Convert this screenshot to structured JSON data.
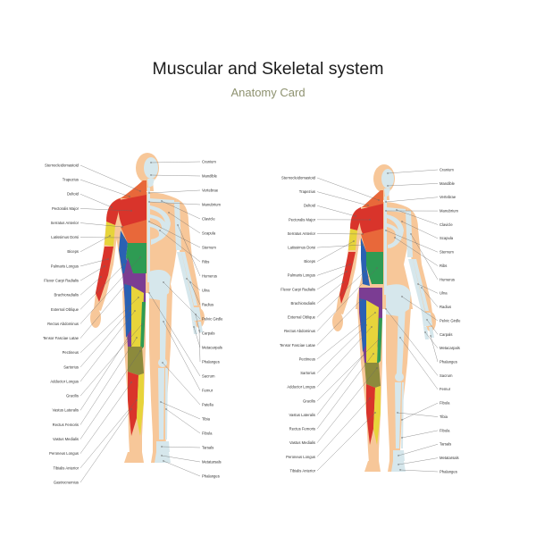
{
  "title": "Muscular and Skeletal system",
  "subtitle": "Anatomy Card",
  "colors": {
    "subtitle": "#8e9270",
    "skin": "#f7c799",
    "skin_dark": "#eeb37e",
    "bone": "#d6e7ec",
    "muscle_red": "#d9342b",
    "muscle_orange": "#e8683a",
    "muscle_green": "#2e9b53",
    "muscle_blue": "#2a61b3",
    "muscle_purple": "#7b3d93",
    "muscle_yellow": "#e7d43b",
    "muscle_olive": "#8c8a3c"
  },
  "figures": [
    {
      "name": "male",
      "left_labels": [
        "Sternocleidomastoid",
        "Trapezius",
        "Deltoid",
        "Pectoralis Major",
        "Serratus Anterior",
        "Latissimus Dorsi",
        "Biceps",
        "Palmaris Longus",
        "Flexor Carpi Radialis",
        "Brachioradialis",
        "External Oblique",
        "Rectus Abdominus",
        "Tensor Fasciae Latae",
        "Pectineus",
        "Sartorius",
        "Adductor Longus",
        "Gracilis",
        "Vastus Lateralis",
        "Rectus Femoris",
        "Vastus Medialis",
        "Peroneus Longus",
        "Tibialis Anterior",
        "Gastrocnemius"
      ],
      "right_labels": [
        "Cranium",
        "Mandible",
        "Vertebrae",
        "Manubrium",
        "Clavicle",
        "Scapula",
        "Sternum",
        "Ribs",
        "Humerus",
        "Ulna",
        "Radius",
        "Pelvic Girdle",
        "Carpals",
        "Metacarpals",
        "Phalanges",
        "Sacrum",
        "Femur",
        "Patella",
        "Tibia",
        "Fibula",
        "Tarsals",
        "Metatarsals",
        "Phalanges"
      ]
    },
    {
      "name": "female",
      "left_labels": [
        "Sternocleidomastoid",
        "Trapezius",
        "Deltoid",
        "Pectoralis Major",
        "Serratus Anterior",
        "Latissimus Dorsi",
        "Biceps",
        "Palmaris Longus",
        "Flexor Carpi Radialis",
        "Brachioradialis",
        "External Oblique",
        "Rectus Abdominus",
        "Tensor Fasciae Latae",
        "Pectineus",
        "Sartorius",
        "Adductor Longus",
        "Gracilis",
        "Vastus Lateralis",
        "Rectus Femoris",
        "Vastus Medialis",
        "Peroneus Longus",
        "Tibialis Anterior"
      ],
      "right_labels": [
        "Cranium",
        "Mandible",
        "Vertebrae",
        "Manubrium",
        "Clavicle",
        "Scapula",
        "Sternum",
        "Ribs",
        "Humerus",
        "Ulna",
        "Radius",
        "Pelvic Girdle",
        "Carpals",
        "Metacarpals",
        "Phalanges",
        "Sacrum",
        "Femur",
        "Fibula",
        "Tibia",
        "Fibula",
        "Tarsals",
        "Metatarsals",
        "Phalanges"
      ]
    }
  ]
}
